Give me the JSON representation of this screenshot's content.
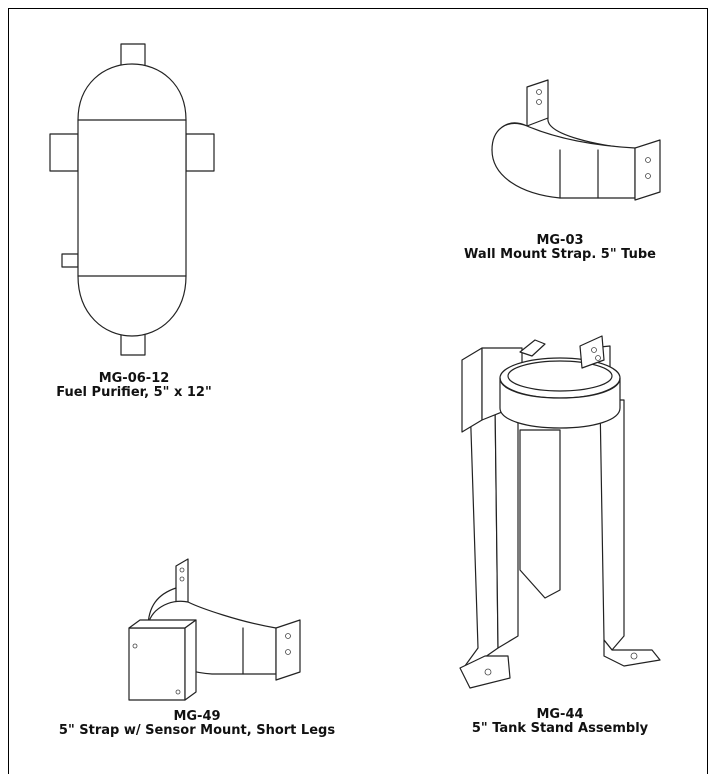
{
  "parts": [
    {
      "code": "MG-06-12",
      "description": "Fuel Purifier, 5\" x 12\""
    },
    {
      "code": "MG-03",
      "description": "Wall Mount Strap. 5\" Tube"
    },
    {
      "code": "MG-44",
      "description": "5\" Tank Stand Assembly"
    },
    {
      "code": "MG-49",
      "description": "5\" Strap w/ Sensor Mount, Short Legs"
    }
  ]
}
